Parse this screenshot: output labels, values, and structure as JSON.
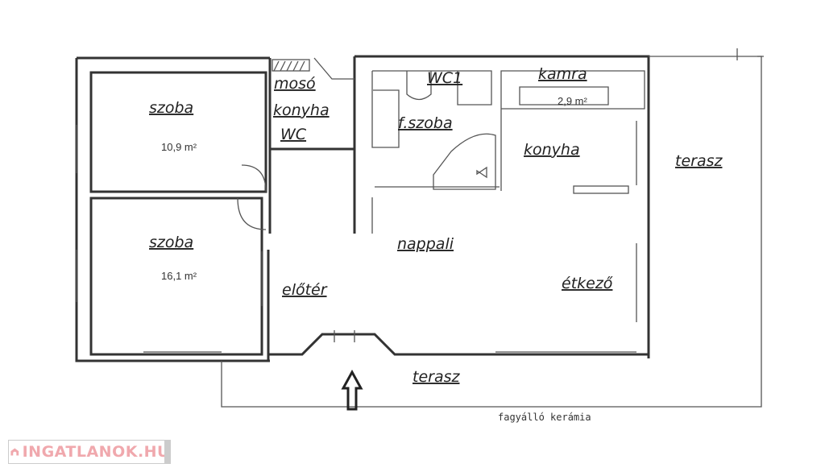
{
  "plan": {
    "rooms": {
      "room_top_left": {
        "label": "szoba",
        "area": "10,9 m²"
      },
      "room_bottom_left": {
        "label": "szoba",
        "area": "16,1 m²"
      },
      "laundry": {
        "label": "mosó"
      },
      "laundry_kitchen": {
        "label": "konyha"
      },
      "laundry_wc": {
        "label": "WC"
      },
      "wc1": {
        "label": "WC1"
      },
      "pantry": {
        "label": "kamra",
        "area": "2,9 m²"
      },
      "bathroom": {
        "label": "f.szoba"
      },
      "kitchen": {
        "label": "konyha"
      },
      "terrace_right": {
        "label": "terasz"
      },
      "living": {
        "label": "nappali"
      },
      "hall": {
        "label": "előtér"
      },
      "dining": {
        "label": "étkező"
      },
      "terrace_front": {
        "label": "terasz"
      }
    },
    "note": "fagyálló kerámia",
    "entrance_icon": "up-arrow-icon"
  },
  "watermark": {
    "text": "INGATLANOK.HU",
    "color": "#f0a8ad"
  }
}
